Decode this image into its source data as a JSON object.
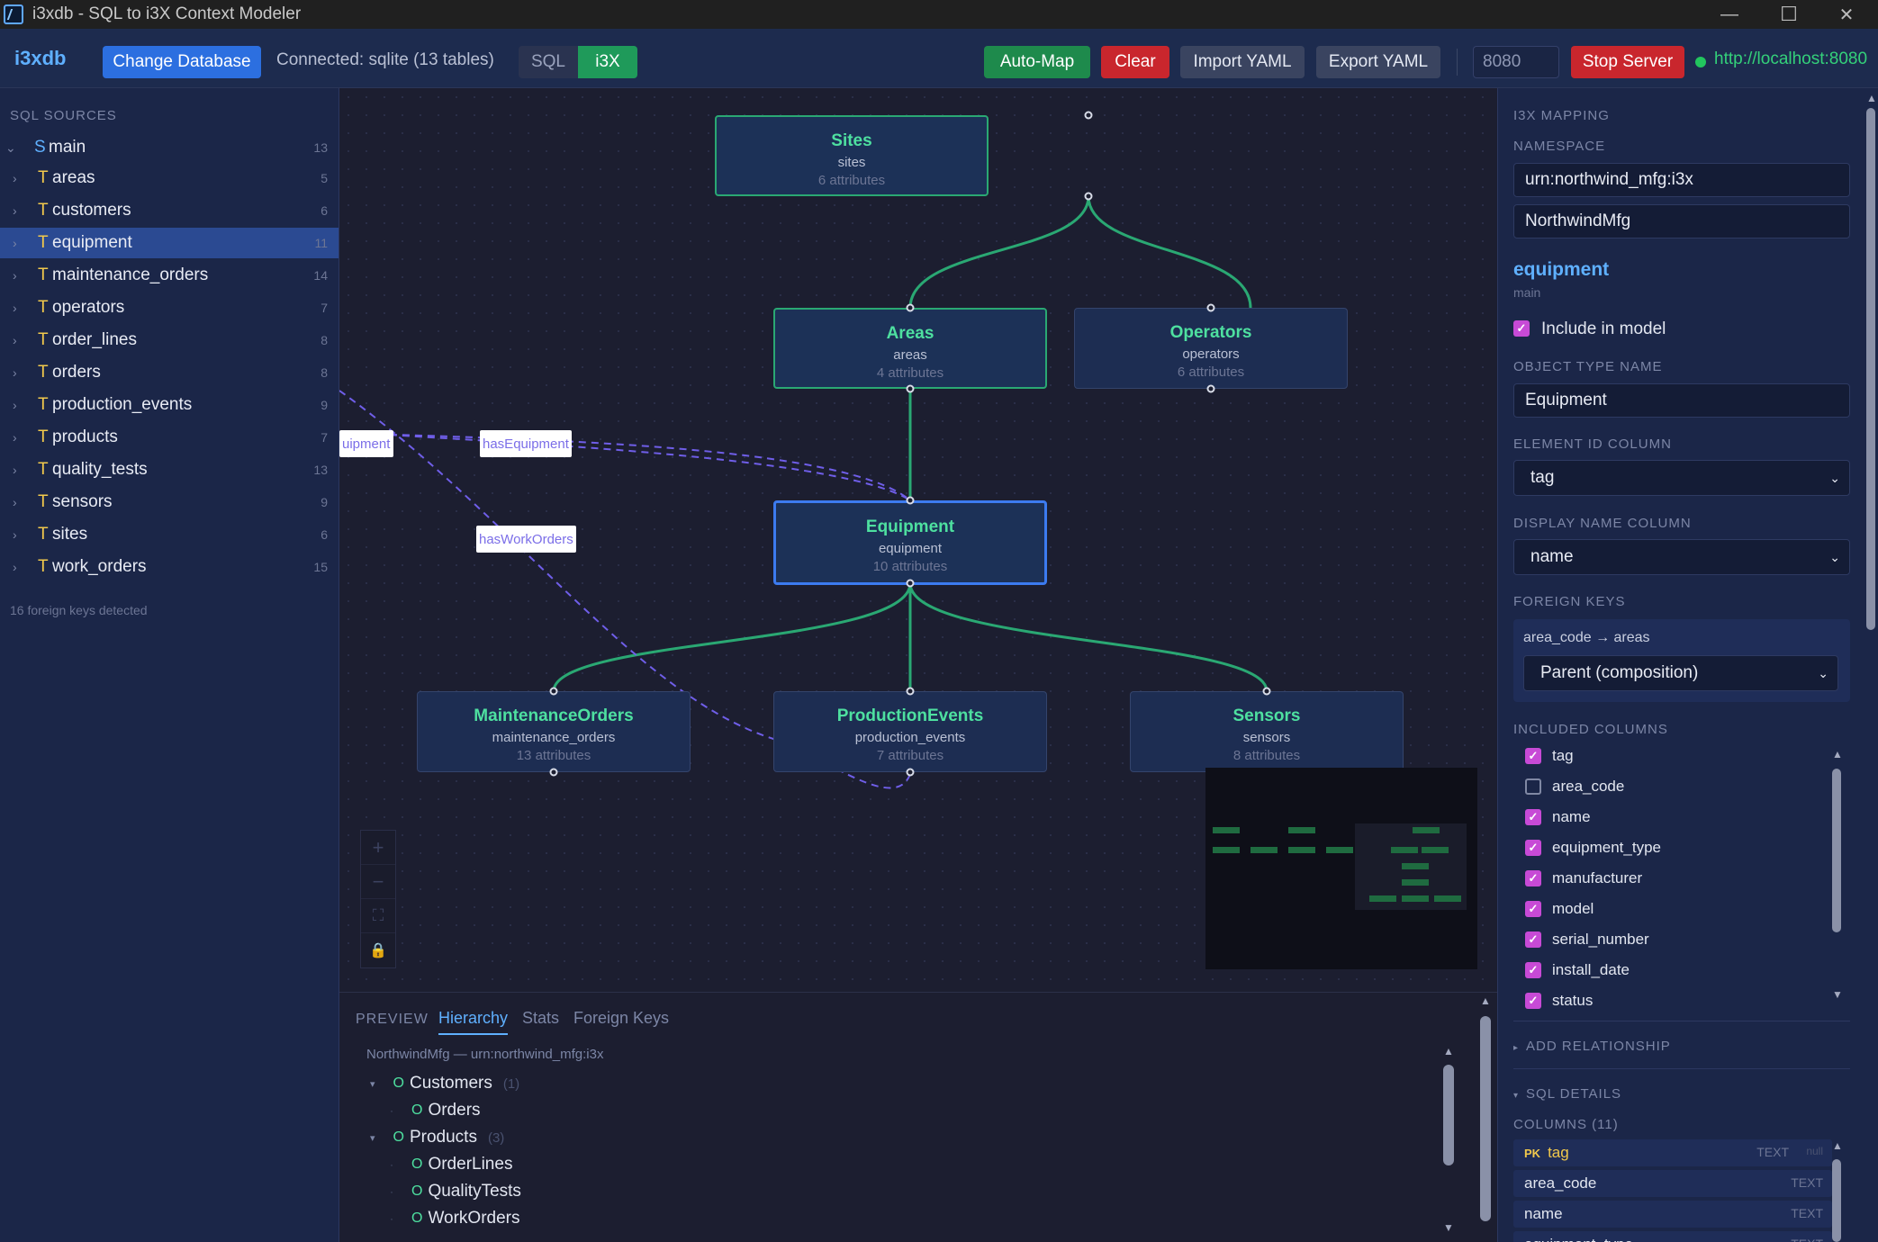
{
  "window": {
    "title": "i3xdb - SQL to i3X Context Modeler",
    "minimize_glyph": "—",
    "maximize_glyph": "☐",
    "close_glyph": "✕"
  },
  "toolbar": {
    "logo": "i3xdb",
    "change_db": "Change Database",
    "connection": "Connected: sqlite (13 tables)",
    "mode_sql": "SQL",
    "mode_i3x": "i3X",
    "auto_map": "Auto-Map",
    "clear": "Clear",
    "import_yaml": "Import YAML",
    "export_yaml": "Export YAML",
    "port": "8080",
    "stop_server": "Stop Server",
    "server_url": "http://localhost:8080"
  },
  "sidebar": {
    "heading": "SQL SOURCES",
    "root": {
      "type": "S",
      "name": "main",
      "count": "13"
    },
    "tables": [
      {
        "type": "T",
        "name": "areas",
        "count": "5"
      },
      {
        "type": "T",
        "name": "customers",
        "count": "6"
      },
      {
        "type": "T",
        "name": "equipment",
        "count": "11"
      },
      {
        "type": "T",
        "name": "maintenance_orders",
        "count": "14"
      },
      {
        "type": "T",
        "name": "operators",
        "count": "7"
      },
      {
        "type": "T",
        "name": "order_lines",
        "count": "8"
      },
      {
        "type": "T",
        "name": "orders",
        "count": "8"
      },
      {
        "type": "T",
        "name": "production_events",
        "count": "9"
      },
      {
        "type": "T",
        "name": "products",
        "count": "7"
      },
      {
        "type": "T",
        "name": "quality_tests",
        "count": "13"
      },
      {
        "type": "T",
        "name": "sensors",
        "count": "9"
      },
      {
        "type": "T",
        "name": "sites",
        "count": "6"
      },
      {
        "type": "T",
        "name": "work_orders",
        "count": "15"
      }
    ],
    "footer": "16 foreign keys detected"
  },
  "canvas": {
    "nodes": [
      {
        "title": "Sites",
        "table": "sites",
        "attrs": "6 attributes"
      },
      {
        "title": "Areas",
        "table": "areas",
        "attrs": "4 attributes"
      },
      {
        "title": "Operators",
        "table": "operators",
        "attrs": "6 attributes"
      },
      {
        "title": "Equipment",
        "table": "equipment",
        "attrs": "10 attributes"
      },
      {
        "title": "MaintenanceOrders",
        "table": "maintenance_orders",
        "attrs": "13 attributes"
      },
      {
        "title": "ProductionEvents",
        "table": "production_events",
        "attrs": "7 attributes"
      },
      {
        "title": "Sensors",
        "table": "sensors",
        "attrs": "8 attributes"
      }
    ],
    "edge_labels": [
      "uipment",
      "hasEquipment",
      "hasWorkOrders"
    ],
    "zoom": {
      "in": "+",
      "out": "−",
      "fit": "⛶",
      "lock": "🔒"
    }
  },
  "preview": {
    "label": "PREVIEW",
    "tabs": [
      "Hierarchy",
      "Stats",
      "Foreign Keys"
    ],
    "namespace_line": "NorthwindMfg — urn:northwind_mfg:i3x",
    "tree": [
      {
        "name": "Customers",
        "count": "(1)",
        "level": 0,
        "expanded": true
      },
      {
        "name": "Orders",
        "count": "",
        "level": 1
      },
      {
        "name": "Products",
        "count": "(3)",
        "level": 0,
        "expanded": true
      },
      {
        "name": "OrderLines",
        "count": "",
        "level": 1
      },
      {
        "name": "QualityTests",
        "count": "",
        "level": 1
      },
      {
        "name": "WorkOrders",
        "count": "",
        "level": 1
      }
    ]
  },
  "mapping": {
    "heading": "I3X MAPPING",
    "namespace_label": "NAMESPACE",
    "namespace_uri": "urn:northwind_mfg:i3x",
    "namespace_name": "NorthwindMfg",
    "object_title": "equipment",
    "object_schema": "main",
    "include_label": "Include in model",
    "object_type_label": "OBJECT TYPE NAME",
    "object_type_value": "Equipment",
    "element_id_label": "ELEMENT ID COLUMN",
    "element_id_value": "tag",
    "display_name_label": "DISPLAY NAME COLUMN",
    "display_name_value": "name",
    "fk_label": "FOREIGN KEYS",
    "fk_text": "area_code → areas",
    "fk_relation": "Parent (composition)",
    "included_label": "INCLUDED COLUMNS",
    "included_columns": [
      {
        "name": "tag",
        "checked": true
      },
      {
        "name": "area_code",
        "checked": false
      },
      {
        "name": "name",
        "checked": true
      },
      {
        "name": "equipment_type",
        "checked": true
      },
      {
        "name": "manufacturer",
        "checked": true
      },
      {
        "name": "model",
        "checked": true
      },
      {
        "name": "serial_number",
        "checked": true
      },
      {
        "name": "install_date",
        "checked": true
      },
      {
        "name": "status",
        "checked": true
      }
    ],
    "add_relationship": "ADD RELATIONSHIP",
    "sql_details": "SQL DETAILS",
    "columns_label": "COLUMNS (11)",
    "columns": [
      {
        "pk": "PK",
        "name": "tag",
        "type": "TEXT",
        "extra": "null"
      },
      {
        "pk": "",
        "name": "area_code",
        "type": "TEXT",
        "extra": ""
      },
      {
        "pk": "",
        "name": "name",
        "type": "TEXT",
        "extra": ""
      },
      {
        "pk": "",
        "name": "equipment_type",
        "type": "TEXT",
        "extra": ""
      }
    ]
  },
  "colors": {
    "accent_green": "#4ee0a0",
    "edge_green": "#2aa873",
    "edge_purple": "#6f5ee8",
    "selection_blue": "#3c7bf0",
    "checkbox": "#c74ad6"
  }
}
